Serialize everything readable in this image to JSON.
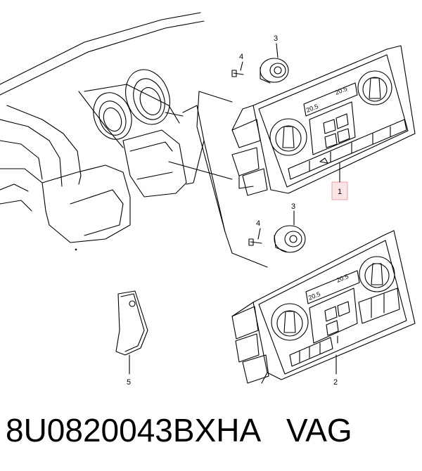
{
  "callouts": {
    "ref1": "1",
    "ref2": "2",
    "ref3_top": "3",
    "ref3_bottom": "3",
    "ref4_top": "4",
    "ref4_bottom": "4",
    "ref5": "5"
  },
  "display": {
    "unit1_left_temp": "20.5",
    "unit1_right_temp": "20.5",
    "unit2_left_temp": "20.5",
    "unit2_right_temp": "20.5"
  },
  "footer": {
    "part_number": "8U0820043BXHA",
    "brand": "VAG"
  },
  "colors": {
    "highlight_box_fill": "#fbe3e6",
    "highlight_box_stroke": "#e8a0a8",
    "line": "#000000"
  }
}
